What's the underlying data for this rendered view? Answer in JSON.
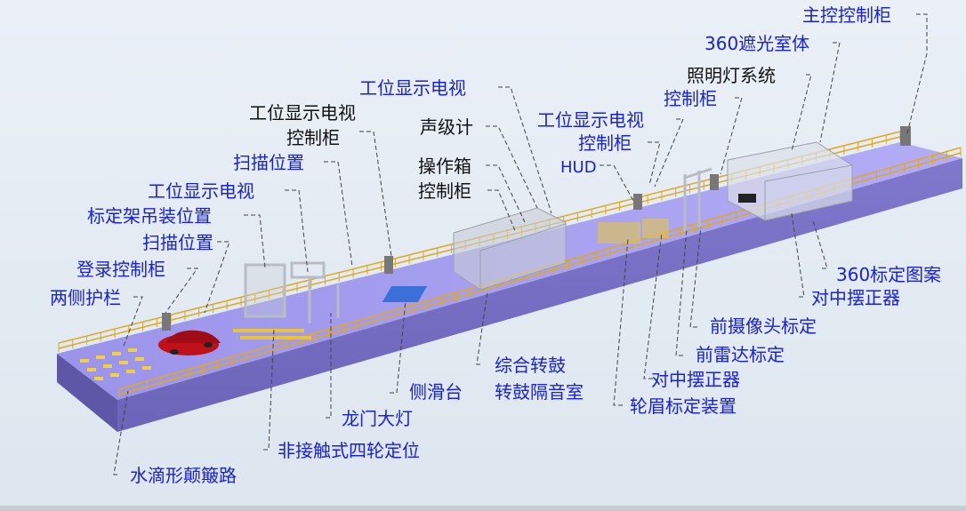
{
  "colors": {
    "blue_label": "#1a22d8",
    "black_label": "#111111",
    "floor_top": "#a69ef0",
    "floor_front": "#7a72c8",
    "floor_side": "#5e57a8",
    "railing": "#e0a820",
    "car": "#c0101a"
  },
  "labels": {
    "main_cabinet": "主控控制柜",
    "dark_room_360": "360遮光室体",
    "lighting_system": "照明灯系统",
    "control_cabinet_top": "控制柜",
    "station_tv_top": "工位显示电视",
    "station_tv_2": "工位显示电视",
    "control_cabinet_2": "控制柜",
    "sound_meter": "声级计",
    "operation_box": "操作箱",
    "control_cabinet_3": "控制柜",
    "station_tv_3": "工位显示电视",
    "control_cabinet_4": "控制柜",
    "hud": "HUD",
    "scan_position_1": "扫描位置",
    "station_tv_4": "工位显示电视",
    "calib_frame_hoist": "标定架吊装位置",
    "scan_position_2": "扫描位置",
    "login_cabinet": "登录控制柜",
    "side_guardrail": "两侧护栏",
    "pattern_360": "360标定图案",
    "centering_device_1": "对中摆正器",
    "front_camera_calib": "前摄像头标定",
    "front_radar_calib": "前雷达标定",
    "centering_device_2": "对中摆正器",
    "wheel_brow_calib": "轮眉标定装置",
    "combined_drum": "综合转鼓",
    "drum_sound_room": "转鼓隔音室",
    "side_slide": "侧滑台",
    "gantry_light": "龙门大灯",
    "noncontact_alignment": "非接触式四轮定位",
    "water_drop_bump_road": "水滴形颠簸路"
  }
}
